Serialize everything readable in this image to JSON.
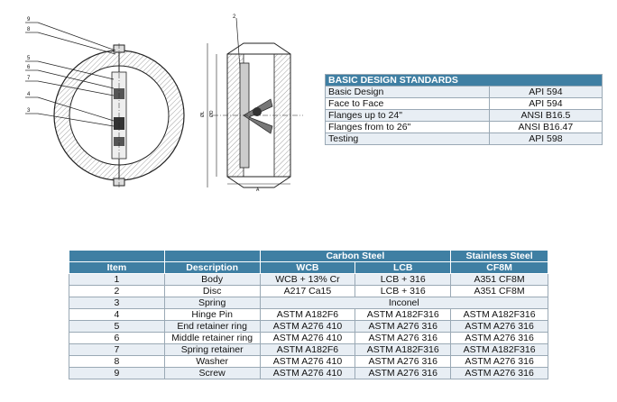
{
  "drawing": {
    "callouts": [
      "9",
      "8",
      "5",
      "6",
      "7",
      "4",
      "3",
      "2"
    ],
    "dimension_labels": [
      "ØD",
      "ØL",
      "A"
    ]
  },
  "standards": {
    "title": "BASIC DESIGN STANDARDS",
    "rows": [
      {
        "label": "Basic Design",
        "value": "API 594"
      },
      {
        "label": "Face to Face",
        "value": "API 594"
      },
      {
        "label": "Flanges up to 24\"",
        "value": "ANSI B16.5"
      },
      {
        "label": "Flanges from to 26\"",
        "value": "ANSI B16.47"
      },
      {
        "label": "Testing",
        "value": "API 598"
      }
    ]
  },
  "materials": {
    "group_carbon": "Carbon Steel",
    "group_stainless": "Stainless Steel",
    "col_item": "Item",
    "col_desc": "Description",
    "col_wcb": "WCB",
    "col_lcb": "LCB",
    "col_cf8m": "CF8M",
    "rows": [
      {
        "item": "1",
        "desc": "Body",
        "wcb": "WCB + 13% Cr",
        "lcb": "LCB + 316",
        "cf8m": "A351 CF8M"
      },
      {
        "item": "2",
        "desc": "Disc",
        "wcb": "A217 Ca15",
        "lcb": "LCB + 316",
        "cf8m": "A351 CF8M"
      },
      {
        "item": "3",
        "desc": "Spring",
        "span": "Inconel"
      },
      {
        "item": "4",
        "desc": "Hinge Pin",
        "wcb": "ASTM A182F6",
        "lcb": "ASTM A182F316",
        "cf8m": "ASTM A182F316"
      },
      {
        "item": "5",
        "desc": "End retainer ring",
        "wcb": "ASTM A276 410",
        "lcb": "ASTM A276 316",
        "cf8m": "ASTM A276 316"
      },
      {
        "item": "6",
        "desc": "Middle retainer ring",
        "wcb": "ASTM A276 410",
        "lcb": "ASTM A276 316",
        "cf8m": "ASTM A276 316"
      },
      {
        "item": "7",
        "desc": "Spring retainer",
        "wcb": "ASTM A182F6",
        "lcb": "ASTM A182F316",
        "cf8m": "ASTM A182F316"
      },
      {
        "item": "8",
        "desc": "Washer",
        "wcb": "ASTM A276 410",
        "lcb": "ASTM A276 316",
        "cf8m": "ASTM A276 316"
      },
      {
        "item": "9",
        "desc": "Screw",
        "wcb": "ASTM A276 410",
        "lcb": "ASTM A276 316",
        "cf8m": "ASTM A276 316"
      }
    ]
  }
}
